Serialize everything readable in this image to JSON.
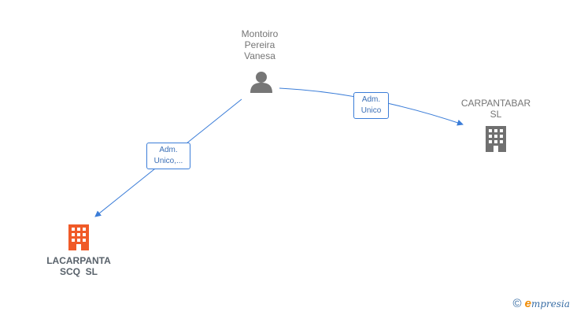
{
  "nodes": {
    "person": {
      "lines": [
        "Montoiro",
        "Pereira",
        "Vanesa"
      ],
      "icon": "person-icon"
    },
    "company_right": {
      "lines": [
        "CARPANTABAR",
        "SL"
      ],
      "icon": "building-icon",
      "color": "#707070"
    },
    "company_left": {
      "lines": [
        "LACARPANTA",
        "SCQ  SL"
      ],
      "icon": "building-icon",
      "color": "#f05a28"
    }
  },
  "edges": [
    {
      "from": "person",
      "to": "company_right",
      "label_lines": [
        "Adm.",
        "Unico"
      ],
      "color": "#3b7dd8"
    },
    {
      "from": "person",
      "to": "company_left",
      "label_lines": [
        "Adm.",
        "Unico,..."
      ],
      "color": "#3b7dd8"
    }
  ],
  "brand": {
    "copyright": "©",
    "initial": "e",
    "name": "mpresia"
  }
}
